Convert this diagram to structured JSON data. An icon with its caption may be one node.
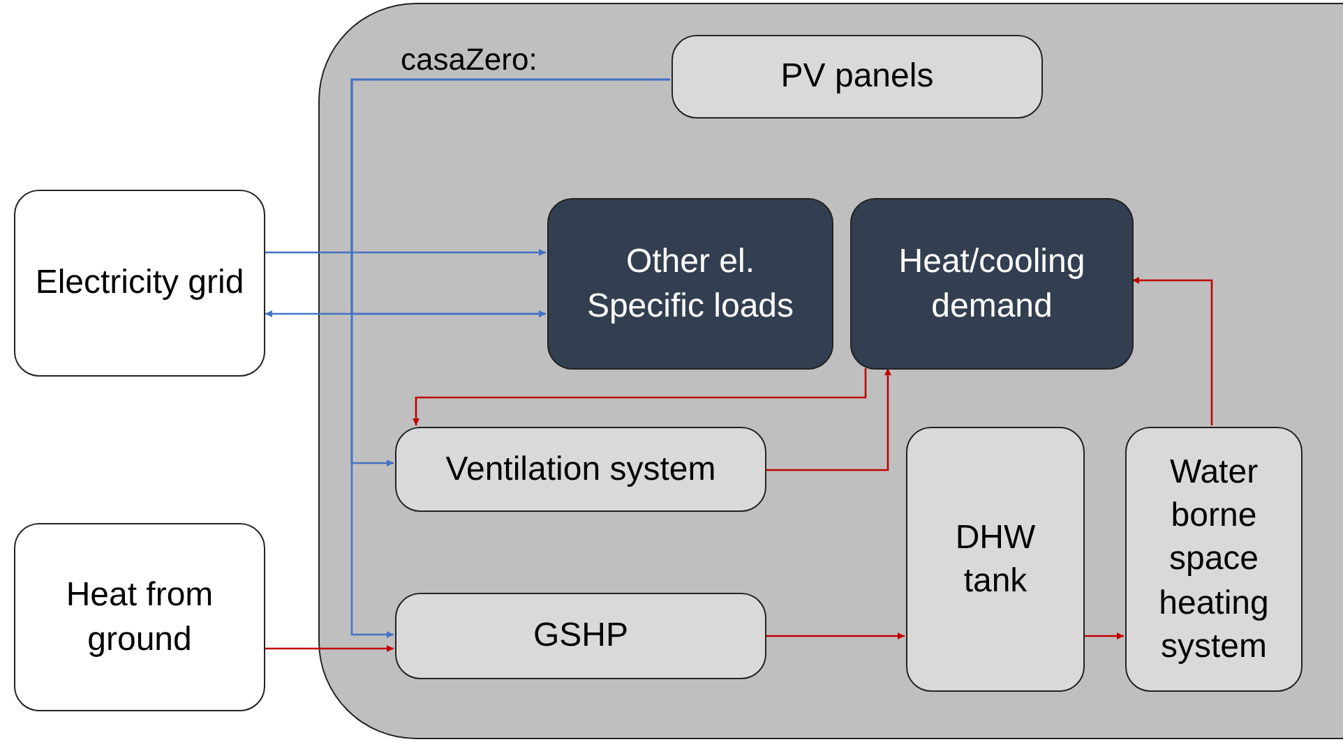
{
  "diagram": {
    "nodes": [
      {
        "text": [
          "casaZero:"
        ]
      },
      {
        "text": [
          "PV panels"
        ],
        "in": 0
      },
      {
        "text": [
          "Electricity grid"
        ]
      },
      {
        "text": [
          "Other el. Specific loads"
        ],
        "in": 0
      },
      {
        "text": [
          "Heat/cooling demand"
        ],
        "in": 0
      },
      {
        "text": [
          "Ventilation system"
        ],
        "in": 0
      },
      {
        "text": [
          "Heat from ground"
        ]
      },
      {
        "text": [
          "GSHP"
        ],
        "in": 0
      },
      {
        "text": [
          "DHW tank"
        ],
        "in": 0
      },
      {
        "text": [
          "Water borne space heating system"
        ],
        "in": 0
      }
    ],
    "edges": [
      {
        "from": 2,
        "to": 3,
        "arrow": "to",
        "color": "#4472c4"
      },
      {
        "from": 2,
        "to": 3,
        "arrow": "both",
        "color": "#4472c4"
      },
      {
        "from": 1,
        "to": 3,
        "arrow": "to",
        "color": "#4472c4"
      },
      {
        "from": 1,
        "to": 5,
        "arrow": "to",
        "color": "#4472c4"
      },
      {
        "from": 1,
        "to": 7,
        "arrow": "to",
        "color": "#4472c4"
      },
      {
        "from": 6,
        "to": 7,
        "arrow": "to"
      },
      {
        "from": 7,
        "to": 8,
        "arrow": "to"
      },
      {
        "from": 8,
        "to": 9,
        "arrow": "to"
      },
      {
        "from": 9,
        "to": 4,
        "arrow": "to"
      },
      {
        "from": 4,
        "to": 5,
        "arrow": "to"
      },
      {
        "from": 5,
        "to": 4,
        "arrow": "to"
      }
    ]
  }
}
